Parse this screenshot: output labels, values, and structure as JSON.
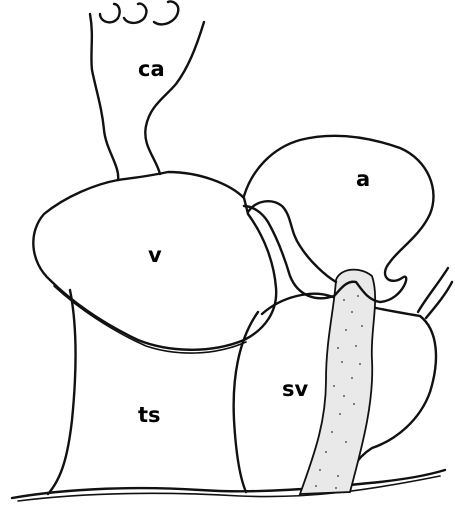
{
  "labels": {
    "ca": "ca",
    "a": "a",
    "v": "v",
    "sv": "sv",
    "ts": "ts"
  },
  "colors": {
    "ink": "#111111",
    "paper": "#ffffff"
  }
}
